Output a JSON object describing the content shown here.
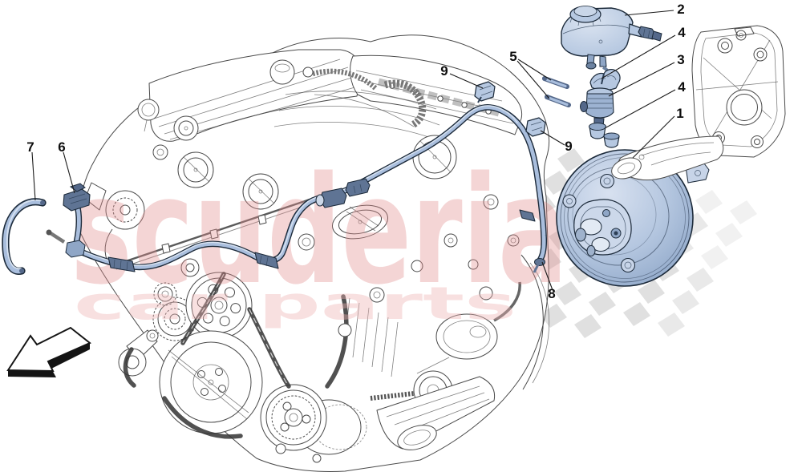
{
  "figure": {
    "watermark": {
      "primary": "scuderia",
      "secondary": "car parts"
    },
    "callouts": [
      {
        "label": "2"
      },
      {
        "label": "4"
      },
      {
        "label": "3"
      },
      {
        "label": "4"
      },
      {
        "label": "1"
      },
      {
        "label": "5"
      },
      {
        "label": "9"
      },
      {
        "label": "9"
      },
      {
        "label": "8"
      },
      {
        "label": "6"
      },
      {
        "label": "7"
      }
    ]
  },
  "colors": {
    "part_fill": "#b6c8e1",
    "part_fill_light": "#cdd9ea",
    "part_outline": "#1c2a3a",
    "connector": "#5f7494",
    "hose": "#a9bedd",
    "hose_highlight": "#dce6f3",
    "watermark_primary": "#e28c8c",
    "watermark_secondary": "#eeb4b4",
    "checker": "#d4d4d4",
    "line_art": "#4a4a4a",
    "leader": "#1a1a1a"
  }
}
